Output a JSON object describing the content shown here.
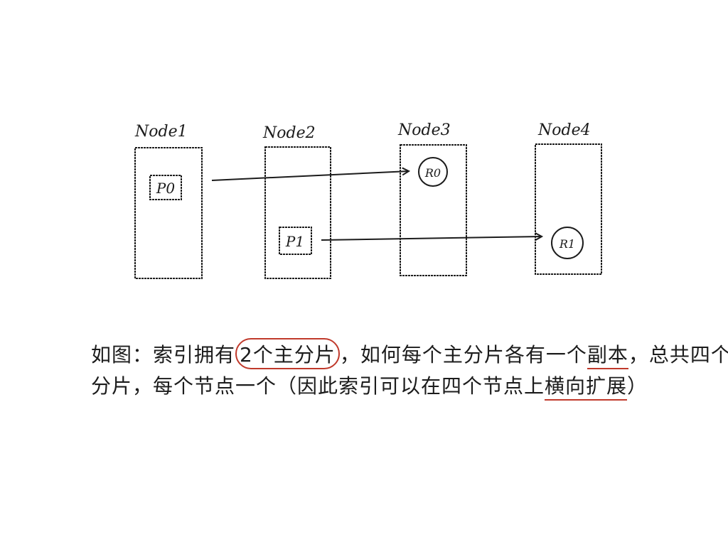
{
  "nodes": [
    {
      "label": "Node1",
      "shard": {
        "label": "P0",
        "kind": "primary"
      }
    },
    {
      "label": "Node2",
      "shard": {
        "label": "P1",
        "kind": "primary"
      }
    },
    {
      "label": "Node3",
      "shard": {
        "label": "R0",
        "kind": "replica"
      }
    },
    {
      "label": "Node4",
      "shard": {
        "label": "R1",
        "kind": "replica"
      }
    }
  ],
  "caption": {
    "line1_a": "如图：索引拥有",
    "line1_circled": "2个主分片",
    "line1_b": "，如何每个主分片各有一个",
    "line1_underlined": "副本",
    "line1_c": "，总共四个",
    "line2_a": "分片，每个节点一个（因此索引可以在四个节点上",
    "line2_underlined": "横向扩展",
    "line2_b": "）"
  },
  "colors": {
    "ink": "#1c1c1c",
    "annotation": "#c0392b"
  }
}
